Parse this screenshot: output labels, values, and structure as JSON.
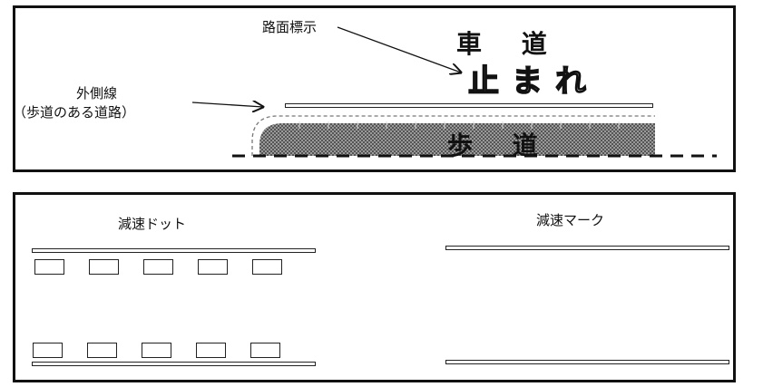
{
  "top_panel": {
    "label_marking": "路面標示",
    "label_edge_line_1": "外側線",
    "label_edge_line_2": "（歩道のある道路）",
    "label_roadway": "車 道",
    "label_sidewalk": "歩 道",
    "road_marking_text": "止まれ"
  },
  "bottom_panel": {
    "label_dots": "減速ドット",
    "label_marks": "減速マーク"
  }
}
